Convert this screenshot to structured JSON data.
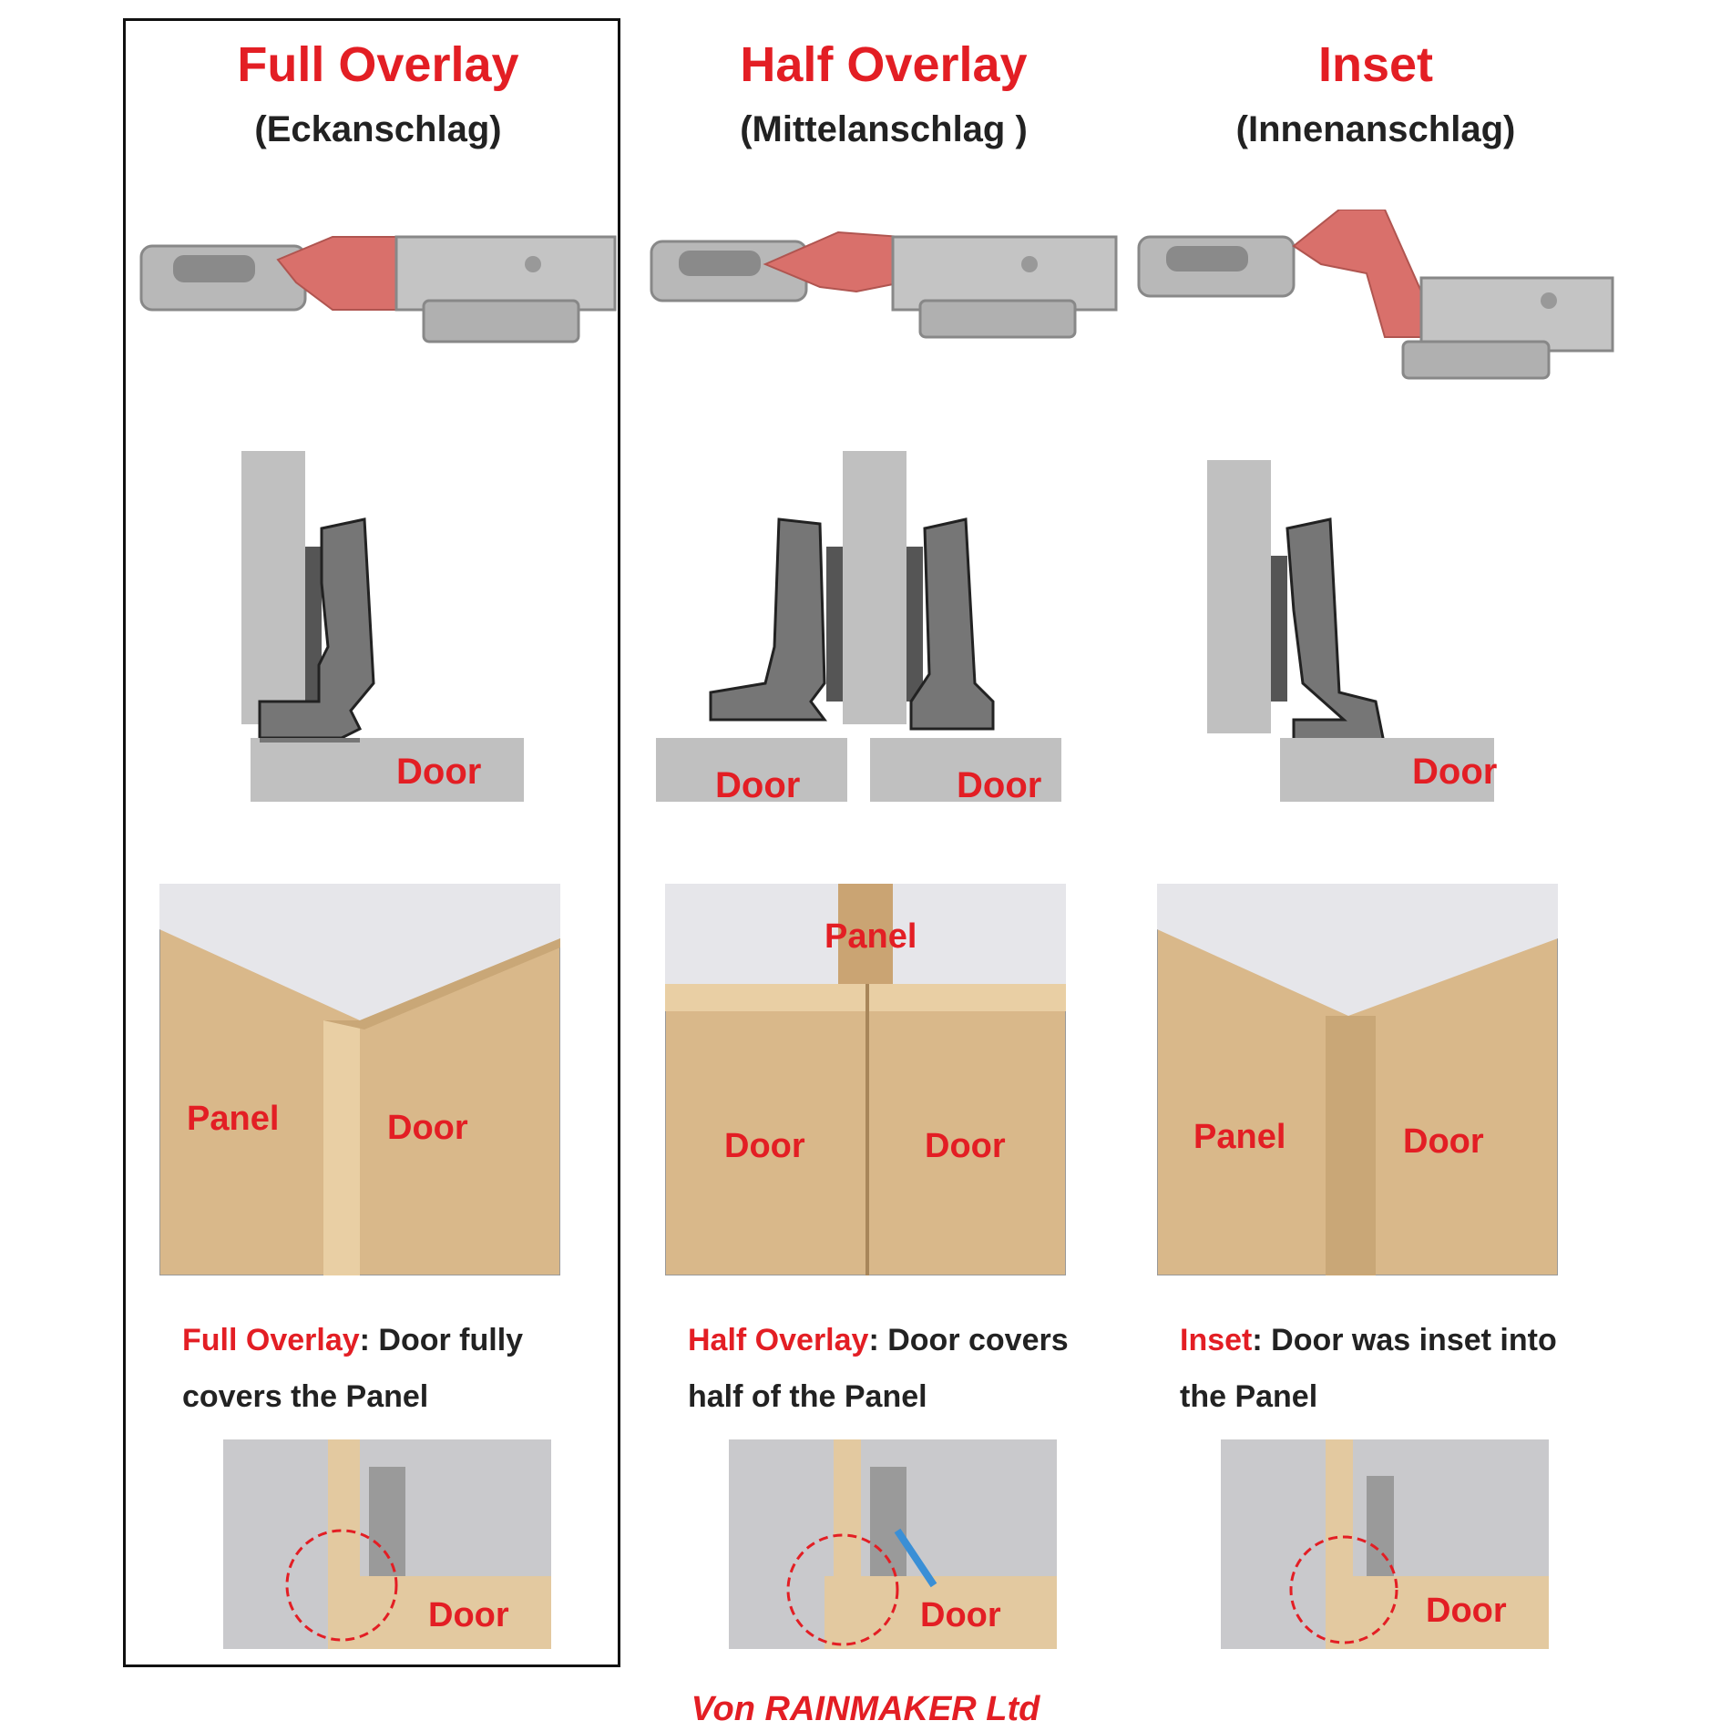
{
  "columns": [
    {
      "title": "Full Overlay",
      "subtitle": "(Eckanschlag)",
      "diagram_labels": [
        "Door"
      ],
      "corner_labels": [
        "Panel",
        "Door"
      ],
      "caption_key": "Full Overlay",
      "caption_sep": ":",
      "caption_text": " Door fully covers the Panel",
      "photo_label": "Door"
    },
    {
      "title": "Half Overlay",
      "subtitle": "(Mittelanschlag )",
      "diagram_labels": [
        "Door",
        "Door"
      ],
      "corner_labels": [
        "Panel",
        "Door",
        "Door"
      ],
      "caption_key": "Half Overlay",
      "caption_sep": ":",
      "caption_text": " Door covers half of the Panel",
      "photo_label": "Door"
    },
    {
      "title": "Inset",
      "subtitle": "(Innenanschlag)",
      "diagram_labels": [
        "Door"
      ],
      "corner_labels": [
        "Panel",
        "Door"
      ],
      "caption_key": "Inset",
      "caption_sep": ":",
      "caption_text": " Door was inset into the Panel",
      "photo_label": "Door"
    }
  ],
  "footer": "Von RAINMAKER Ltd",
  "colors": {
    "accent": "#e31e24",
    "panel_gray": "#c0c0c0",
    "hinge_gray": "#767676",
    "hinge_dark": "#555555",
    "hinge_highlight": "#d9706b",
    "wood": "#d9b88a",
    "wall": "#c9c9cc"
  }
}
